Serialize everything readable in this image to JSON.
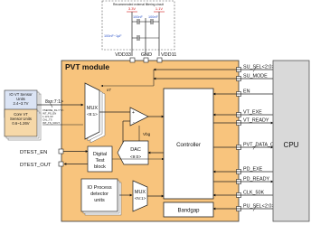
{
  "cap_box": {
    "title": "Recommended external filtering circuit",
    "v1": "3.3V",
    "v2": "1.1V",
    "c1": "100nF",
    "c2": "100nF",
    "c3": "100nF~1µF"
  },
  "pins": {
    "vdd33": "VDD33",
    "gnd": "GND",
    "vdd11": "VDD11"
  },
  "module_title": "PVT module",
  "sensors": {
    "io": [
      "IO VT Sensor",
      "Units",
      "2.4~3.7V"
    ],
    "core": [
      "Core VT",
      "Sensor Units",
      "0.6~1.26V"
    ]
  },
  "sense_label": "8xn:7:1>",
  "sense_detail": [
    "VSENSE_DL<7:0>",
    "INT_PS_EN",
    "1.1V",
    "1.0V",
    "CAL_TS",
    "INT_TS_VOUT"
  ],
  "dtest_en": "DTEST_EN",
  "dtest_out": "DTEST_OUT",
  "x7": "x7",
  "mux": [
    "MUX",
    "<8:1>"
  ],
  "amp_plus": "+",
  "amp_minus": "-",
  "vbg": "Vbg",
  "dac": [
    "DAC",
    "<9:0>"
  ],
  "digital_test": [
    "Digital",
    "Test",
    "block"
  ],
  "io_process": [
    "IO Process",
    "detector",
    "units"
  ],
  "mux2": [
    "MUX",
    "<N:1>"
  ],
  "controller": "Controller",
  "bandgap": "Bandgap",
  "signals": [
    "SU_SEL<2:0>",
    "SU_MODE",
    "EN",
    "VT_EXE",
    "VT_READY",
    "PVT_DATA_OUT<9:0>",
    "PD_EXE",
    "PD_READY",
    "CLK_50K",
    "PU_SEL<2:0>"
  ],
  "cpu": "CPU",
  "colors": {
    "module": "#f8c47d",
    "cap_red": "#d42020",
    "cap_blue": "#2a52c8",
    "cpu": "#d9d9d9"
  }
}
